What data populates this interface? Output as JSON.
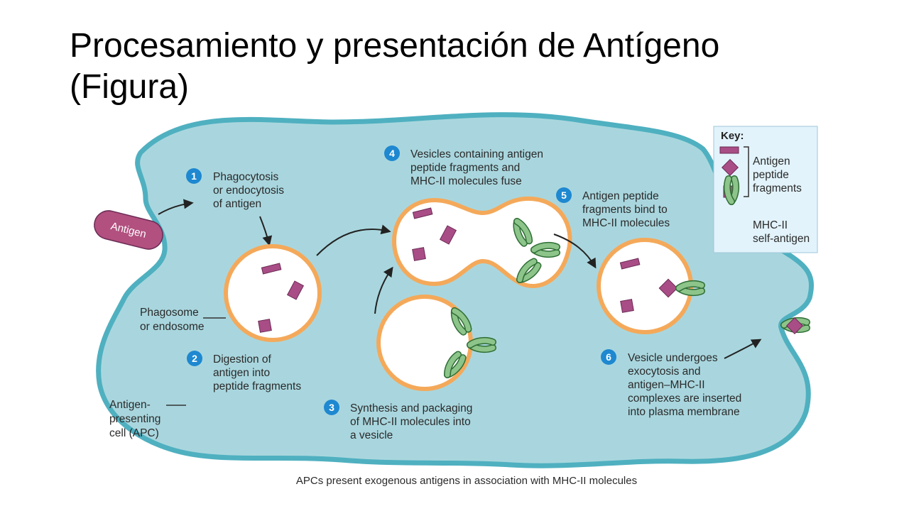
{
  "slide": {
    "title_line1": "Procesamiento y presentación de Antígeno",
    "title_line2": "(Figura)"
  },
  "diagram": {
    "antigen_label": "Antigen",
    "steps": [
      {
        "number": "1",
        "lines": [
          "Phagocytosis",
          "or endocytosis",
          "of antigen"
        ]
      },
      {
        "number": "2",
        "lines": [
          "Digestion of",
          "antigen into",
          "peptide fragments"
        ]
      },
      {
        "number": "3",
        "lines": [
          "Synthesis and packaging",
          "of MHC-II molecules into",
          "a vesicle"
        ]
      },
      {
        "number": "4",
        "lines": [
          "Vesicles containing antigen",
          "peptide fragments and",
          "MHC-II molecules fuse"
        ]
      },
      {
        "number": "5",
        "lines": [
          "Antigen peptide",
          "fragments bind to",
          "MHC-II molecules"
        ]
      },
      {
        "number": "6",
        "lines": [
          "Vesicle undergoes",
          "exocytosis and",
          "antigen–MHC-II",
          "complexes are inserted",
          "into plasma membrane"
        ]
      }
    ],
    "phagosome_label": [
      "Phagosome",
      "or endosome"
    ],
    "apc_label": [
      "Antigen-",
      "presenting",
      "cell (APC)"
    ],
    "key": {
      "title": "Key:",
      "antigen_lines": [
        "Antigen",
        "peptide",
        "fragments"
      ],
      "mhc_lines": [
        "MHC-II",
        "self-antigen"
      ]
    },
    "caption": "APCs present exogenous antigens in association with MHC-II molecules",
    "colors": {
      "cell_fill": "#a9d6de",
      "cell_border": "#4fb0c0",
      "vesicle_ring": "#f4a95a",
      "fragment": "#a94d86",
      "mhc": "#8cc48a",
      "step_badge": "#1e88d0"
    }
  }
}
